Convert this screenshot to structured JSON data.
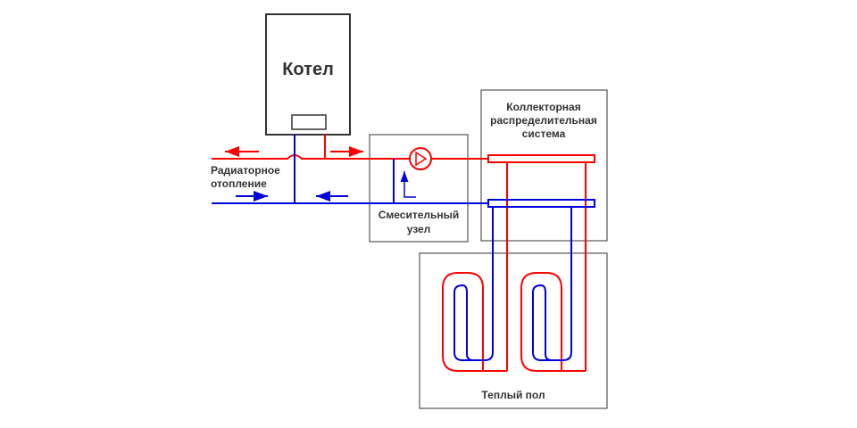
{
  "labels": {
    "boiler": "Котел",
    "radiator_line1": "Радиаторное",
    "radiator_line2": "отопление",
    "mixing_line1": "Смесительный",
    "mixing_line2": "узел",
    "collector_line1": "Коллекторная",
    "collector_line2": "распределительная",
    "collector_line3": "система",
    "floor": "Теплый пол"
  },
  "colors": {
    "supply": "#ff0000",
    "return": "#0000dd",
    "outline": "#333333"
  },
  "icons": {
    "pump": "pump-icon",
    "supply_arrows": "arrow-left-icon / arrow-right-icon (red)",
    "return_arrows": "arrow-left-icon / arrow-right-icon (blue)"
  }
}
